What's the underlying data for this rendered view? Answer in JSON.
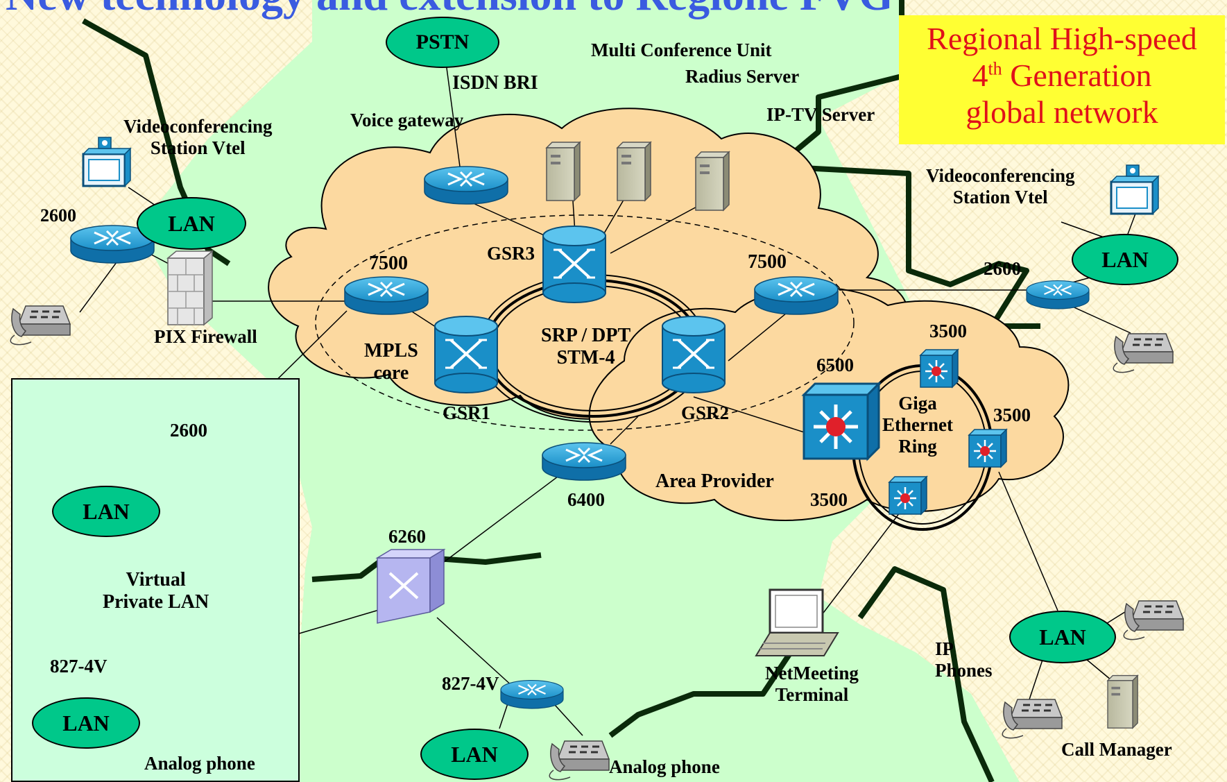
{
  "title": "New technology and extension to Regione FVG",
  "callout": {
    "line1": "Regional High-speed",
    "line2_pre": "4",
    "line2_sup": "th",
    "line2_post": " Generation",
    "line3": "global network"
  },
  "ovals": {
    "pstn": "PSTN",
    "lan_top_left": "LAN",
    "lan_right": "LAN",
    "lan_vpl_top": "LAN",
    "lan_vpl_bottom": "LAN",
    "lan_bottom_center": "LAN",
    "lan_bottom_right": "LAN"
  },
  "labels": {
    "isdn_bri": "ISDN BRI",
    "voice_gateway": "Voice gateway",
    "multi_conference_unit": "Multi Conference Unit",
    "radius_server": "Radius Server",
    "iptv_server": "IP-TV Server",
    "vc_station_left_1": "Videoconferencing",
    "vc_station_left_2": "Station Vtel",
    "vc_station_right_1": "Videoconferencing",
    "vc_station_right_2": "Station Vtel",
    "router_2600_top_left": "2600",
    "router_2600_right": "2600",
    "router_2600_vpl": "2600",
    "pix_firewall": "PIX Firewall",
    "router_7500_left": "7500",
    "router_7500_right": "7500",
    "gsr1": "GSR1",
    "gsr2": "GSR2",
    "gsr3": "GSR3",
    "mpls_1": "MPLS",
    "mpls_2": "core",
    "srp_1": "SRP / DPT",
    "srp_2": "STM-4",
    "switch_6500": "6500",
    "switch_3500_top": "3500",
    "switch_3500_right": "3500",
    "switch_3500_bottom": "3500",
    "giga_1": "Giga",
    "giga_2": "Ethernet",
    "giga_3": "Ring",
    "area_provider": "Area Provider",
    "router_6400": "6400",
    "router_6260": "6260",
    "vpl_1": "Virtual",
    "vpl_2": "Private LAN",
    "router_8274v_vpl": "827-4V",
    "router_8274v_bottom": "827-4V",
    "analog_phone_vpl": "Analog phone",
    "analog_phone_bottom": "Analog phone",
    "netmeeting_1": "NetMeeting",
    "netmeeting_2": "Terminal",
    "ip_phones_1": "IP",
    "ip_phones_2": "Phones",
    "call_manager": "Call Manager"
  },
  "colors": {
    "cloud_fill": "#fcd9a0",
    "map_green": "#ccffcc",
    "lan_oval": "#00c88a",
    "router_blue": "#1a8fc8",
    "callout_bg": "#ffff33",
    "callout_text": "#e0101a"
  }
}
